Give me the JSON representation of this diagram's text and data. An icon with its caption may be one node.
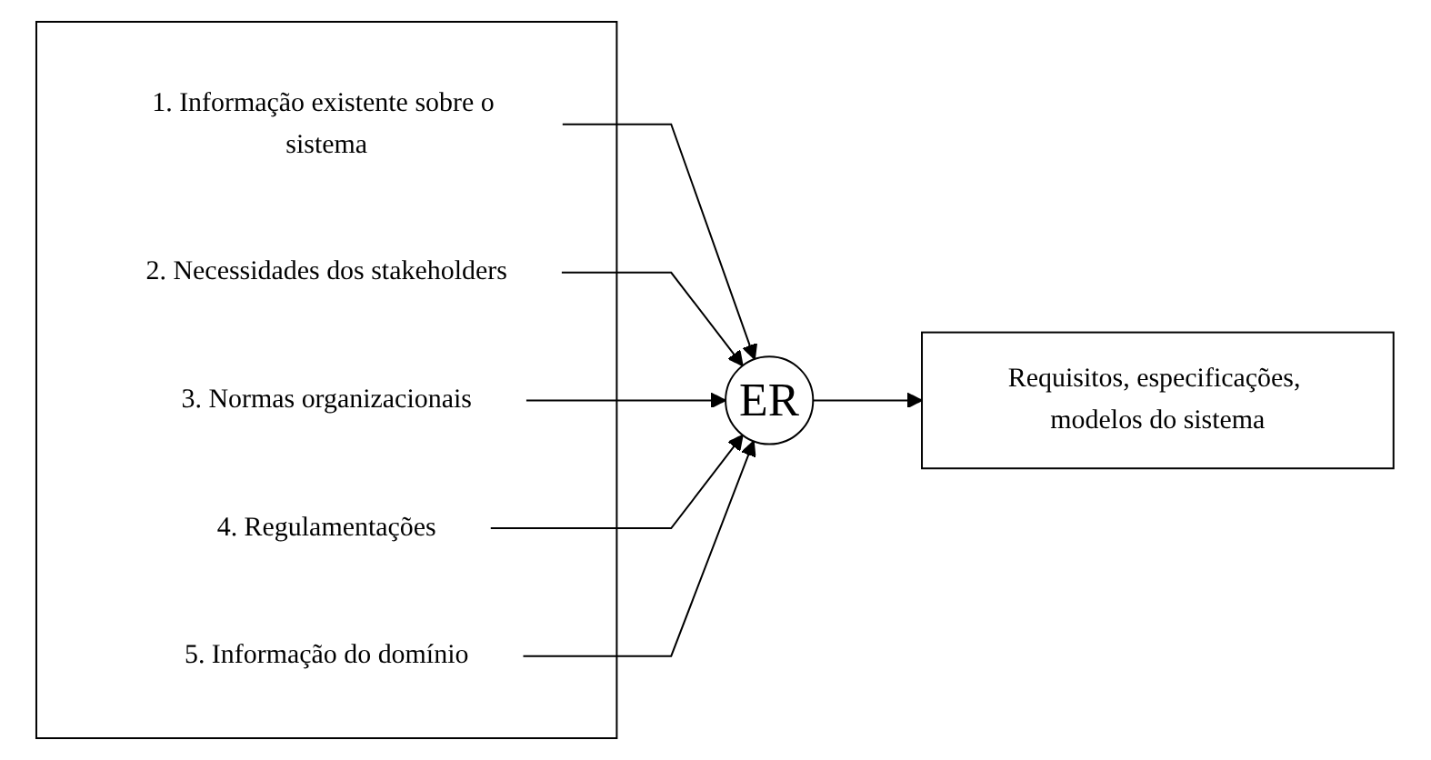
{
  "diagram": {
    "nodes": [
      {
        "text": [],
        "shape": "box"
      },
      {
        "text": [
          "1. Informação existente sobre o sistema"
        ],
        "in": 0
      },
      {
        "text": [
          "2. Necessidades dos stakeholders"
        ],
        "in": 0
      },
      {
        "text": [
          "3. Normas organizacionais"
        ],
        "in": 0
      },
      {
        "text": [
          "4. Regulamentações"
        ],
        "in": 0
      },
      {
        "text": [
          "5. Informação do domínio"
        ],
        "in": 0
      },
      {
        "text": [
          "ER"
        ]
      },
      {
        "text": [
          "Requisitos, especificações, modelos do sistema"
        ]
      }
    ],
    "edges": [
      {
        "from": 1,
        "to": 6,
        "arrow": "to"
      },
      {
        "from": 2,
        "to": 6,
        "arrow": "to"
      },
      {
        "from": 3,
        "to": 6,
        "arrow": "to"
      },
      {
        "from": 4,
        "to": 6,
        "arrow": "to"
      },
      {
        "from": 5,
        "to": 6,
        "arrow": "to"
      },
      {
        "from": 6,
        "to": 7,
        "arrow": "to"
      }
    ]
  }
}
